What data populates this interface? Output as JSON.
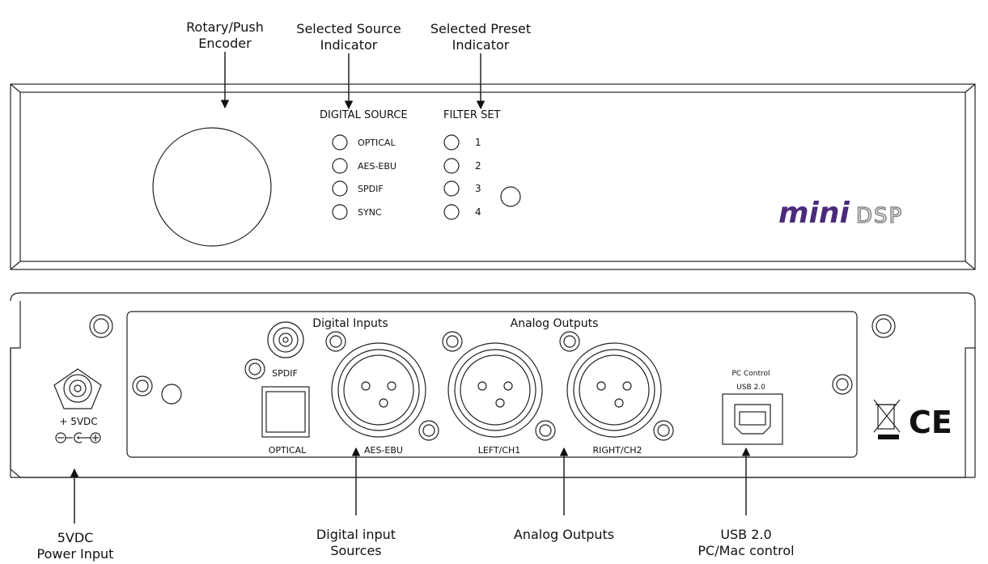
{
  "annotations": {
    "encoder": [
      "Rotary/Push",
      "Encoder"
    ],
    "source_indicator": [
      "Selected Source",
      "Indicator"
    ],
    "preset_indicator": [
      "Selected Preset",
      "Indicator"
    ],
    "power_input": [
      "5VDC",
      "Power Input"
    ],
    "digital_sources": [
      "Digital input",
      "Sources"
    ],
    "analog_outputs": "Analog Outputs",
    "usb_control": [
      "USB 2.0",
      "PC/Mac control"
    ]
  },
  "front_panel": {
    "digital_source_heading": "DIGITAL SOURCE",
    "sources": [
      "OPTICAL",
      "AES-EBU",
      "SPDIF",
      "SYNC"
    ],
    "filter_set_heading": "FILTER SET",
    "presets": [
      "1",
      "2",
      "3",
      "4"
    ],
    "logo_script": "mini",
    "logo_caps": "DSP",
    "logo_color": "#4b2a7b"
  },
  "rear_panel": {
    "digital_inputs_heading": "Digital Inputs",
    "analog_outputs_heading": "Analog Outputs",
    "spdif": "SPDIF",
    "optical": "OPTICAL",
    "aes_ebu": "AES-EBU",
    "left_ch1": "LEFT/CH1",
    "right_ch2": "RIGHT/CH2",
    "pc_control": "PC Control",
    "usb_label": "USB 2.0",
    "power_label": "+ 5VDC",
    "ce_mark": "CE"
  }
}
